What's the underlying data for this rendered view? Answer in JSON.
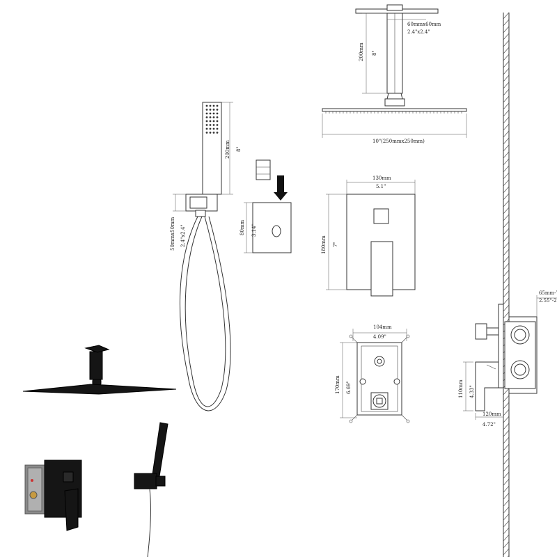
{
  "shower_head_drawing": {
    "flange": {
      "metric": "60mmx60mm",
      "imperial": "2.4\"x2.4\""
    },
    "arm_length": {
      "metric": "200mm",
      "imperial": "8\""
    },
    "head_width": "10\"(250mmx250mm)"
  },
  "hand_shower_drawing": {
    "handle_length": {
      "metric": "200mm",
      "imperial": "8\""
    },
    "holder_size": {
      "metric": "50mmx50mm",
      "imperial": "2.4\"x2.4\""
    }
  },
  "holder_drawing": {
    "height": {
      "metric": "80mm",
      "imperial": "3.14\""
    }
  },
  "trim_plate_drawing": {
    "width": {
      "metric": "130mm",
      "imperial": "5.1\""
    },
    "height": {
      "metric": "180mm",
      "imperial": "7\""
    }
  },
  "valve_body_drawing": {
    "width": {
      "metric": "104mm",
      "imperial": "4.09\""
    },
    "height": {
      "metric": "170mm",
      "imperial": "6.69\""
    }
  },
  "side_view_drawing": {
    "depth": {
      "metric": "65mm-7",
      "imperial": "2.55\"-2"
    },
    "height": {
      "metric": "110mm",
      "imperial": "4.33\""
    },
    "width": {
      "metric": "120mm",
      "imperial": "4.72\""
    }
  },
  "colors": {
    "line": "#333333",
    "product": "#151515",
    "background": "#ffffff"
  }
}
